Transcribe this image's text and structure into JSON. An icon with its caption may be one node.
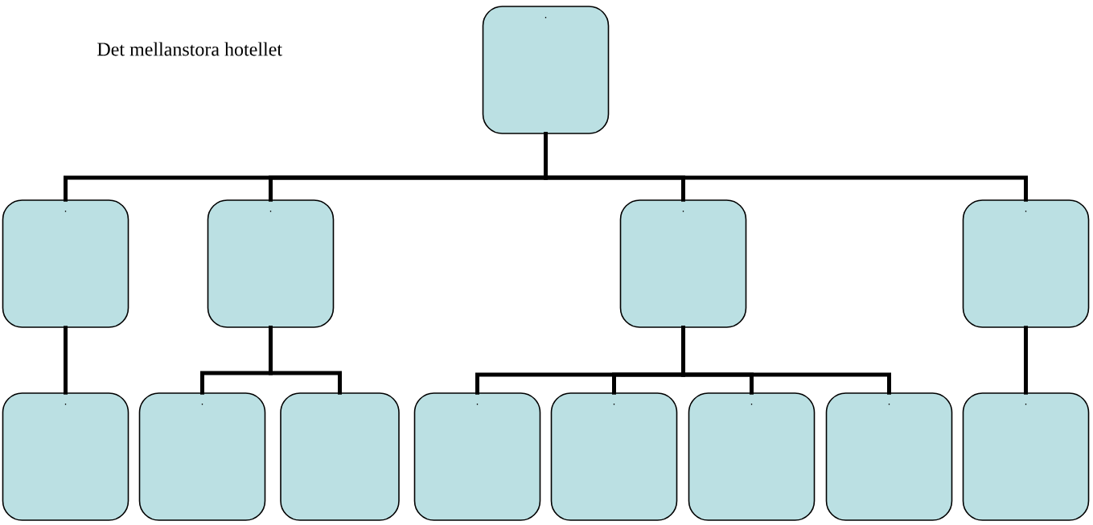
{
  "diagram": {
    "title": "Det mellanstora hotellet",
    "nodes": [
      {
        "text": [
          "."
        ]
      },
      {
        "text": [
          "."
        ]
      },
      {
        "text": [
          "."
        ]
      },
      {
        "text": [
          "."
        ]
      },
      {
        "text": [
          "."
        ]
      },
      {
        "text": [
          "."
        ]
      },
      {
        "text": [
          "."
        ]
      },
      {
        "text": [],
        "shape": "box"
      },
      {
        "text": [
          "."
        ]
      },
      {
        "text": [
          "."
        ]
      },
      {
        "text": [
          "."
        ]
      },
      {
        "text": [
          "."
        ]
      },
      {
        "text": [
          "."
        ]
      }
    ],
    "edges": [
      {
        "from": 0,
        "to": 1,
        "arrow": "none"
      },
      {
        "from": 0,
        "to": 2,
        "arrow": "none"
      },
      {
        "from": 0,
        "to": 3,
        "arrow": "none"
      },
      {
        "from": 0,
        "to": 4,
        "arrow": "none"
      },
      {
        "from": 1,
        "to": 5,
        "arrow": "none"
      },
      {
        "from": 2,
        "to": 6,
        "arrow": "none"
      },
      {
        "from": 2,
        "to": 7,
        "arrow": "none"
      },
      {
        "from": 3,
        "to": 8,
        "arrow": "none"
      },
      {
        "from": 3,
        "to": 9,
        "arrow": "none"
      },
      {
        "from": 3,
        "to": 10,
        "arrow": "none"
      },
      {
        "from": 3,
        "to": 11,
        "arrow": "none"
      },
      {
        "from": 4,
        "to": 12,
        "arrow": "none"
      }
    ]
  }
}
